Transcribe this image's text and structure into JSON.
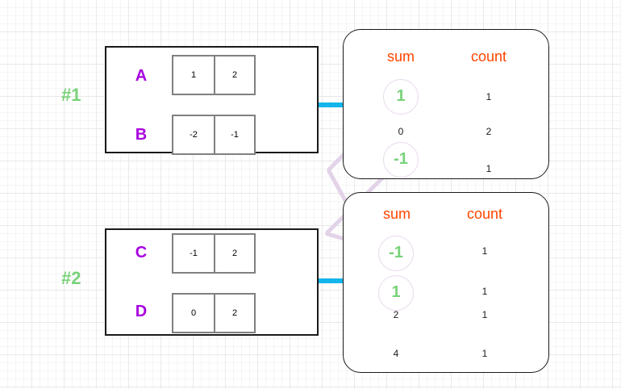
{
  "diagram": {
    "title": "group-by aggregation diagram",
    "colors": {
      "group_label": "#79d279",
      "row_letter": "#a800e0",
      "header": "#ff4500",
      "highlight": "#79d279",
      "arrow": "#13b5ea",
      "connector": "#e3d3e8",
      "cell_border": "#808080",
      "box_border": "#1a1a1a"
    },
    "groups": [
      {
        "label": "#1",
        "rows": [
          {
            "name": "A",
            "cells": [
              "1",
              "2"
            ]
          },
          {
            "name": "B",
            "cells": [
              "-2",
              "-1"
            ]
          }
        ]
      },
      {
        "label": "#2",
        "rows": [
          {
            "name": "C",
            "cells": [
              "-1",
              "2"
            ]
          },
          {
            "name": "D",
            "cells": [
              "0",
              "2"
            ]
          }
        ]
      }
    ],
    "panels": [
      {
        "name": "panel-1",
        "headers": {
          "sum": "sum",
          "count": "count"
        },
        "rows": [
          {
            "sum": "1",
            "count": "1",
            "highlight": true
          },
          {
            "sum": "0",
            "count": "2",
            "highlight": false
          },
          {
            "sum": "-1",
            "count": "1",
            "highlight": true
          }
        ]
      },
      {
        "name": "panel-2",
        "headers": {
          "sum": "sum",
          "count": "count"
        },
        "rows": [
          {
            "sum": "-1",
            "count": "1",
            "highlight": true
          },
          {
            "sum": "1",
            "count": "1",
            "highlight": true
          },
          {
            "sum": "2",
            "count": "1",
            "highlight": false
          },
          {
            "sum": "4",
            "count": "1",
            "highlight": false
          }
        ]
      }
    ],
    "arrows": [
      {
        "name": "arrow-group1-to-panel1",
        "from_group": "#1",
        "to_panel": "panel-1"
      },
      {
        "name": "arrow-group2-to-panel2",
        "from_group": "#2",
        "to_panel": "panel-2"
      }
    ],
    "connectors": [
      {
        "name": "connector-1-to-1",
        "from": "panel-1.sum=1",
        "to": "panel-2.sum=1"
      },
      {
        "name": "connector-neg1-to-neg1",
        "from": "panel-1.sum=-1",
        "to": "panel-2.sum=-1"
      }
    ]
  }
}
